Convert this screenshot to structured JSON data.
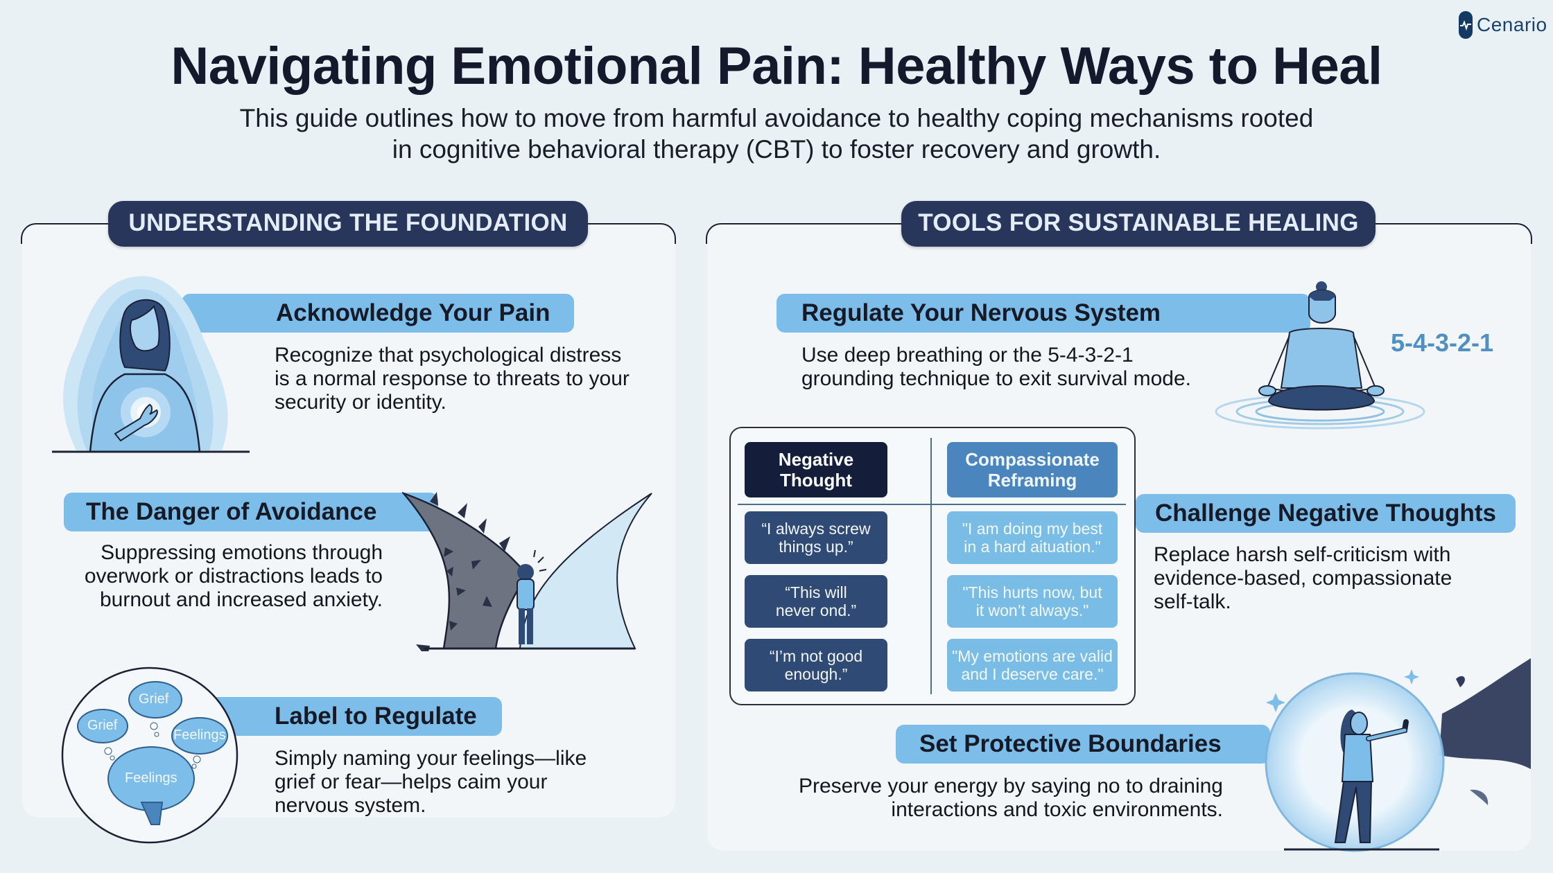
{
  "brand": {
    "name": "Cenario",
    "icon": "pulse-icon"
  },
  "header": {
    "title": "Navigating Emotional Pain: Healthy Ways to Heal",
    "subtitle_line1": "This guide outlines how to move from harmful avoidance to healthy coping mechanisms rooted",
    "subtitle_line2": "in cognitive behavioral therapy (CBT) to foster recovery and growth."
  },
  "colors": {
    "navy": "#27365a",
    "accent_blue": "#7cbde9",
    "background": "#eaf1f5",
    "dark_text": "#15192b"
  },
  "left_section": {
    "title": "UNDERSTANDING THE FOUNDATION",
    "items": [
      {
        "heading": "Acknowledge Your Pain",
        "body": [
          "Recognize that psychological distress",
          "is a normal response to threats to your",
          "security or identity."
        ],
        "illustration": "woman-hand-on-heart-icon"
      },
      {
        "heading": "The Danger of Avoidance",
        "body": [
          "Suppressing emotions through",
          "overwork or distractions leads to",
          "burnout and increased anxiety."
        ],
        "illustration": "thorny-wall-person-icon"
      },
      {
        "heading": "Label to Regulate",
        "body": [
          "Simply naming your feelings—like",
          "grief or fear—helps caim your",
          "nervous system."
        ],
        "illustration": "brain-thought-clouds-icon",
        "clouds": [
          "Grief",
          "Grief",
          "Feelings",
          "Feelings"
        ]
      }
    ]
  },
  "right_section": {
    "title": "TOOLS FOR SUSTAINABLE HEALING",
    "items": [
      {
        "heading": "Regulate Your Nervous System",
        "body": [
          "Use deep breathing or the 5-4-3-2-1",
          "grounding technique to exit survival mode."
        ],
        "illustration": "meditating-person-icon",
        "badge": "5-4-3-2-1"
      },
      {
        "heading": "Challenge Negative Thoughts",
        "body": [
          "Replace harsh self-criticism with",
          "evidence-based, compassionate",
          "self-talk."
        ]
      },
      {
        "heading": "Set Protective Boundaries",
        "body": [
          "Preserve your energy by saying no to draining",
          "interactions and toxic environments."
        ],
        "illustration": "person-in-bubble-icon"
      }
    ],
    "cbt_table": {
      "headers": [
        [
          "Negative",
          "Thought"
        ],
        [
          "Compassionate",
          "Reframing"
        ]
      ],
      "rows": [
        {
          "negative": [
            "“I always screw",
            "things up.”"
          ],
          "reframe": [
            "\"I am doing my best",
            "in a hard aituation.\""
          ]
        },
        {
          "negative": [
            "“This will",
            "never ond.”"
          ],
          "reframe": [
            "\"This hurts now, but",
            "it won’t always.\""
          ]
        },
        {
          "negative": [
            "“I’m not good",
            "enough.”"
          ],
          "reframe": [
            "\"My emotions are valid",
            "and I deserve care.\""
          ]
        }
      ]
    }
  }
}
